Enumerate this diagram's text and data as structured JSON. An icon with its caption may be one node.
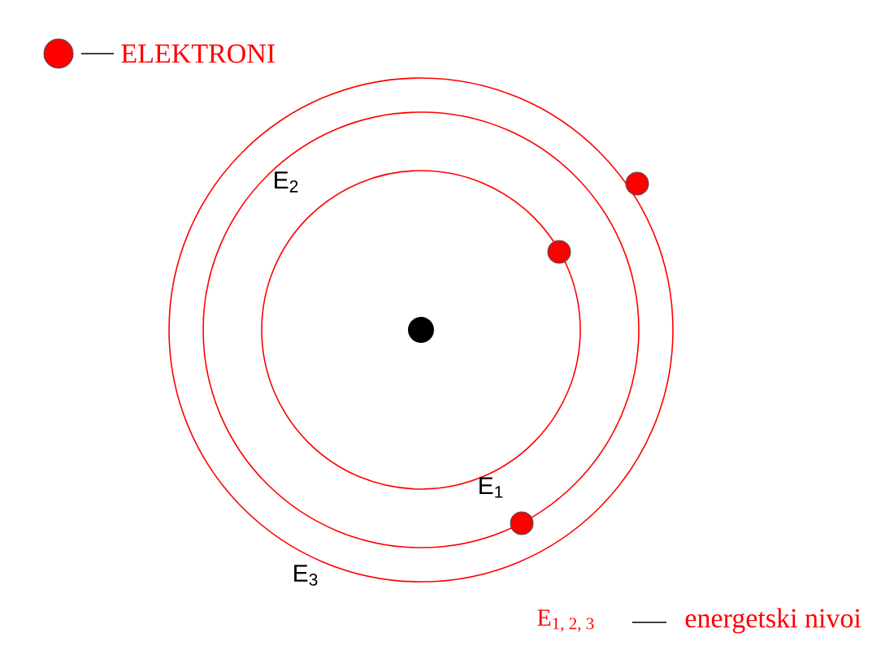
{
  "diagram": {
    "labels": [
      "E$_{2}$",
      "E$_{1}$",
      "E$_{3}$",
      "E$_{1, 2, 3}$",
      "energetski nivoi"
    ],
    "legend": [
      {
        "text": "ELEKTRONI",
        "color": "#ff0000"
      }
    ]
  }
}
